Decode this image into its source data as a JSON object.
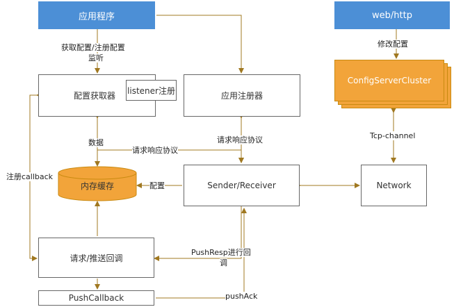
{
  "nodes": {
    "app": "应用程序",
    "web": "web/http",
    "config_fetcher": "配置获取器",
    "listener": "listener注册",
    "app_registrar": "应用注册器",
    "config_cluster": "ConfigServerCluster",
    "memory_cache": "内存缓存",
    "sender_receiver": "Sender/Receiver",
    "network": "Network",
    "callback_handler": "请求/推送回调",
    "push_callback": "PushCallback"
  },
  "edge_labels": {
    "get_register_config": "获取配置/注册配置",
    "listen": "监听",
    "modify_config": "修改配置",
    "tcp_channel": "Tcp-channel",
    "data": "数据",
    "req_resp_protocol_left": "请求响应协议",
    "req_resp_protocol_right": "请求响应协议",
    "register_callback": "注册callback",
    "config": "配置",
    "push_resp_line1": "PushResp进行回",
    "push_resp_line2": "调",
    "push_ack": "pushAck"
  },
  "colors": {
    "blue_fill": "#4c8fd6",
    "orange_fill": "#f2a43a",
    "orange_stroke": "#c98a10",
    "arrow": "#a07820",
    "border": "#666666"
  }
}
